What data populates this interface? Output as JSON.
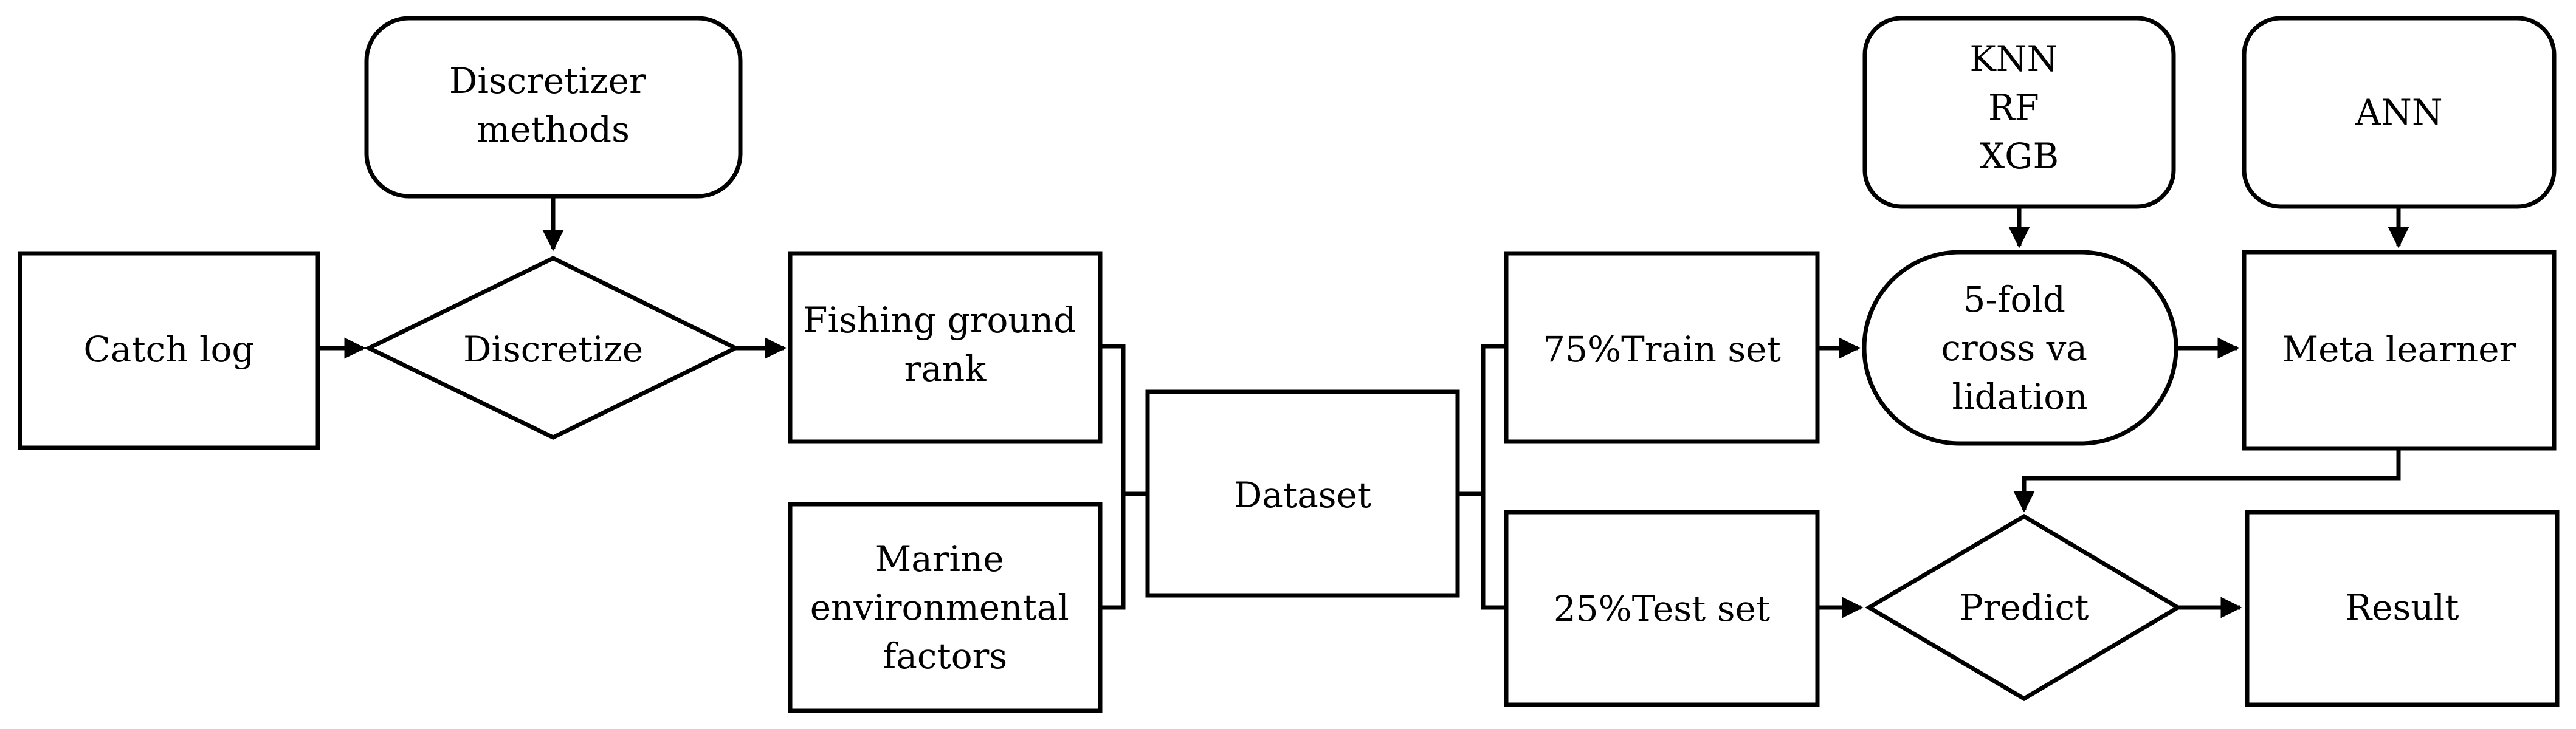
{
  "diagram": {
    "nodes": {
      "discretizer_methods": [
        "Discretizer",
        "methods"
      ],
      "catch_log": [
        "Catch log"
      ],
      "discretize": [
        "Discretize"
      ],
      "fishing_ground_rank": [
        "Fishing ground",
        "rank"
      ],
      "marine_factors": [
        "Marine",
        "environmental",
        "factors"
      ],
      "dataset": [
        "Dataset"
      ],
      "train_set": [
        "75%Train set"
      ],
      "test_set": [
        "25%Test set"
      ],
      "base_models": [
        "KNN",
        "RF",
        "XGB"
      ],
      "cross_validation": [
        "5-fold",
        "cross va",
        "lidation"
      ],
      "ann": [
        "ANN"
      ],
      "meta_learner": [
        "Meta learner"
      ],
      "predict": [
        "Predict"
      ],
      "result": [
        "Result"
      ]
    },
    "edges": [
      [
        "discretizer_methods",
        "discretize"
      ],
      [
        "catch_log",
        "discretize"
      ],
      [
        "discretize",
        "fishing_ground_rank"
      ],
      [
        "fishing_ground_rank",
        "dataset"
      ],
      [
        "marine_factors",
        "dataset"
      ],
      [
        "dataset",
        "train_set"
      ],
      [
        "dataset",
        "test_set"
      ],
      [
        "train_set",
        "cross_validation"
      ],
      [
        "base_models",
        "cross_validation"
      ],
      [
        "cross_validation",
        "meta_learner"
      ],
      [
        "ann",
        "meta_learner"
      ],
      [
        "meta_learner",
        "predict"
      ],
      [
        "test_set",
        "predict"
      ],
      [
        "predict",
        "result"
      ]
    ]
  }
}
